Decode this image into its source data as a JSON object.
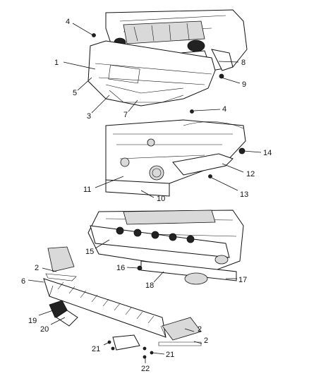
{
  "callouts": {
    "c1": "1",
    "c2a": "2",
    "c2b": "2",
    "c2c": "2",
    "c3": "3",
    "c4a": "4",
    "c4b": "4",
    "c5": "5",
    "c6": "6",
    "c7": "7",
    "c8": "8",
    "c9": "9",
    "c10": "10",
    "c11": "11",
    "c12": "12",
    "c13": "13",
    "c14": "14",
    "c15": "15",
    "c16": "16",
    "c17": "17",
    "c18": "18",
    "c19": "19",
    "c20": "20",
    "c21a": "21",
    "c21b": "21",
    "c22": "22"
  }
}
